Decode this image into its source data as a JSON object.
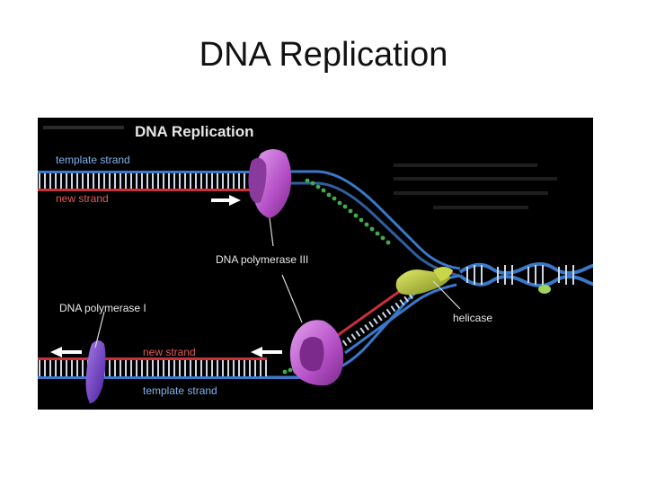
{
  "slide": {
    "title": "DNA Replication"
  },
  "figure": {
    "title": "DNA Replication",
    "labels": {
      "template_strand_top": "template strand",
      "new_strand_top": "new strand",
      "dna_polymerase_iii": "DNA polymerase III",
      "dna_polymerase_i": "DNA polymerase I",
      "helicase": "helicase",
      "new_strand_bottom": "new strand",
      "template_strand_bottom": "template strand"
    },
    "colors": {
      "background": "#000000",
      "template_strand": "#3a78c9",
      "new_strand": "#c9303a",
      "polymerase_iii": "#c76ad6",
      "polymerase_i": "#7b3fc9",
      "helicase": "#b8c43a",
      "rna_primer": "#3fae4a",
      "label_text": "#e8e8e8",
      "strand_text_blue": "#7fb2ee",
      "strand_text_red": "#e05a5a"
    },
    "icons": [
      "arrow-right-icon",
      "arrow-left-icon"
    ]
  }
}
